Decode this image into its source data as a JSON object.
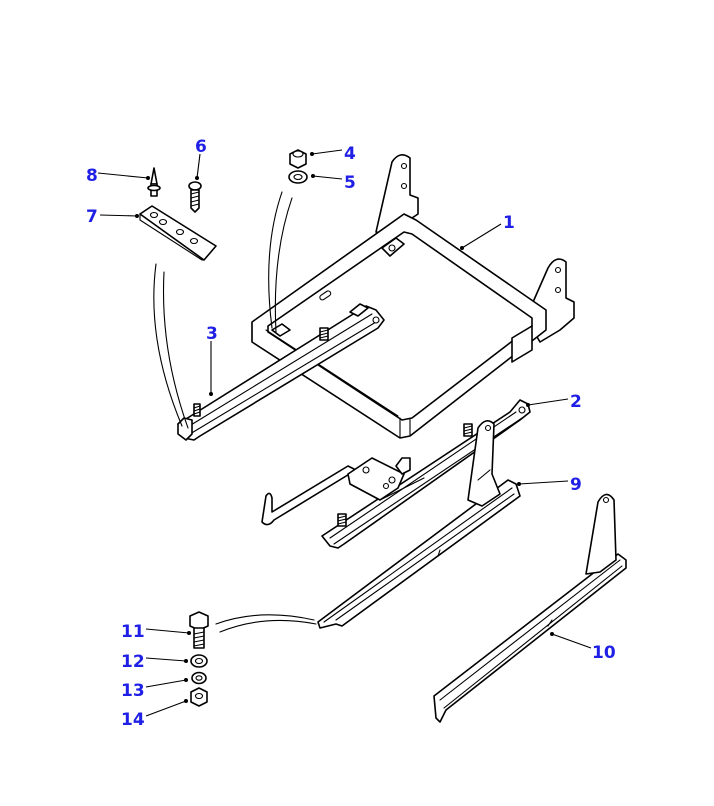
{
  "callout_color": "#1f1fe6",
  "callouts": [
    {
      "number": "1",
      "part": "seat frame"
    },
    {
      "number": "2",
      "part": "inner seat slide rail"
    },
    {
      "number": "3",
      "part": "outer seat slide rail"
    },
    {
      "number": "4",
      "part": "nut"
    },
    {
      "number": "5",
      "part": "washer"
    },
    {
      "number": "6",
      "part": "screw"
    },
    {
      "number": "7",
      "part": "mounting bracket plate"
    },
    {
      "number": "8",
      "part": "rivet"
    },
    {
      "number": "9",
      "part": "seat base support runner"
    },
    {
      "number": "10",
      "part": "seat base support runner"
    },
    {
      "number": "11",
      "part": "bolt"
    },
    {
      "number": "12",
      "part": "plain washer"
    },
    {
      "number": "13",
      "part": "spring washer"
    },
    {
      "number": "14",
      "part": "nut"
    }
  ]
}
